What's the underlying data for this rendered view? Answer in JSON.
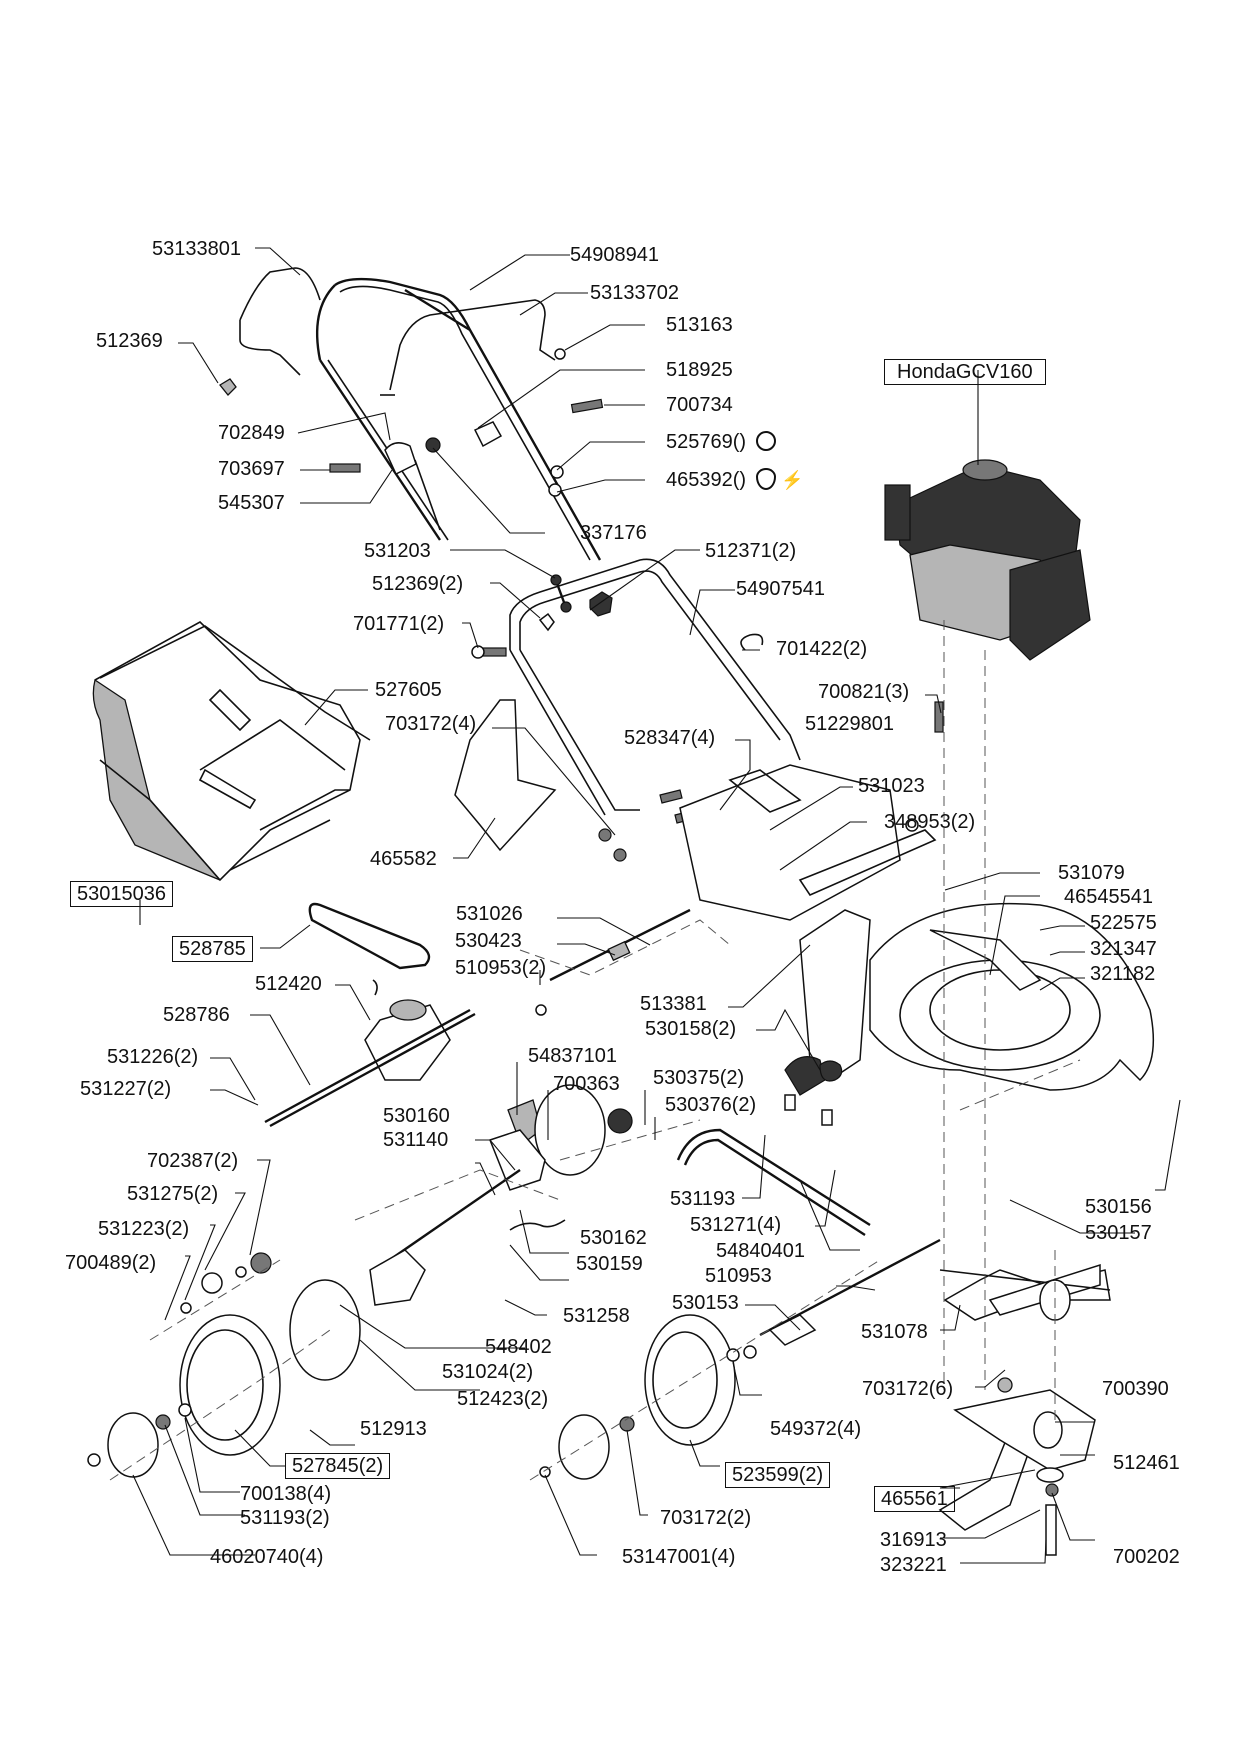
{
  "diagram": {
    "title": "Lawn mower exploded parts diagram",
    "engine_label": "HondaGCV160",
    "labels": {
      "p53133801": "53133801",
      "p54908941": "54908941",
      "p53133702": "53133702",
      "p513163": "513163",
      "p512369": "512369",
      "p518925": "518925",
      "p700734": "700734",
      "p702849": "702849",
      "p525769": "525769()",
      "p703697": "703697",
      "p465392": "465392()",
      "p545307": "545307",
      "p337176": "337176",
      "p531203": "531203",
      "p512371": "512371(2)",
      "p512369_2": "512369(2)",
      "p54907541": "54907541",
      "p701771": "701771(2)",
      "p701422": "701422(2)",
      "p527605": "527605",
      "p700821": "700821(3)",
      "p703172_4": "703172(4)",
      "p528347": "528347(4)",
      "p51229801": "51229801",
      "p531023": "531023",
      "p348953": "348953(2)",
      "p465582": "465582",
      "p53015036": "53015036",
      "p531079": "531079",
      "p46545541": "46545541",
      "p522575": "522575",
      "p321347": "321347",
      "p321182": "321182",
      "p531026": "531026",
      "p530423": "530423",
      "p510953_2": "510953(2)",
      "p528785": "528785",
      "p513381": "513381",
      "p512420": "512420",
      "p528786": "528786",
      "p530158": "530158(2)",
      "p531226": "531226(2)",
      "p531227": "531227(2)",
      "p54837101": "54837101",
      "p700363": "700363",
      "p530375": "530375(2)",
      "p530376": "530376(2)",
      "p530160": "530160",
      "p531140": "531140",
      "p702387": "702387(2)",
      "p531275": "531275(2)",
      "p531193": "531193",
      "p531271": "531271(4)",
      "p530156": "530156",
      "p531223": "531223(2)",
      "p530162": "530162",
      "p54840401": "54840401",
      "p530157": "530157",
      "p700489": "700489(2)",
      "p530159": "530159",
      "p510953": "510953",
      "p531258": "531258",
      "p530153": "530153",
      "p531078": "531078",
      "p548402": "548402",
      "p531024": "531024(2)",
      "p512423": "512423(2)",
      "p703172_6": "703172(6)",
      "p700390": "700390",
      "p512913": "512913",
      "p549372": "549372(4)",
      "p512461": "512461",
      "p527845": "527845(2)",
      "p523599": "523599(2)",
      "p465561": "465561",
      "p700138": "700138(4)",
      "p531193_2": "531193(2)",
      "p703172_2": "703172(2)",
      "p316913": "316913",
      "p700202": "700202",
      "p46020740": "46020740(4)",
      "p53147001": "53147001(4)",
      "p323221": "323221"
    },
    "icons": {
      "p525769": "recoil-start-symbol",
      "p465392": "electric-start-symbol"
    }
  }
}
